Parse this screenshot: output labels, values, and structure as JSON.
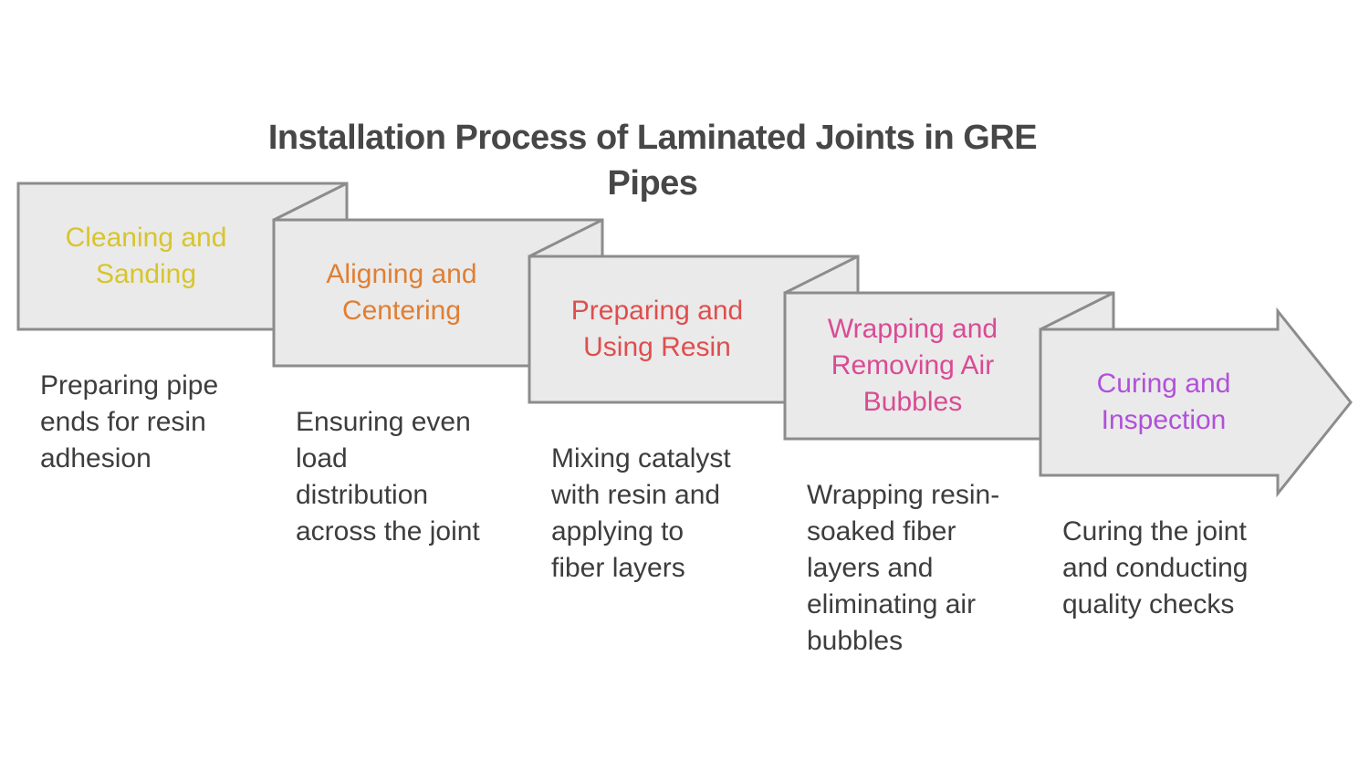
{
  "title": "Installation Process of Laminated Joints in GRE Pipes",
  "colors": {
    "box_fill": "#eaeaea",
    "box_stroke": "#8c8c8c",
    "description_text": "#3d3d3d",
    "title_text": "#474747"
  },
  "steps": [
    {
      "label": "Cleaning and Sanding",
      "color": "#d8c52a",
      "description": "Preparing pipe ends for resin adhesion"
    },
    {
      "label": "Aligning and Centering",
      "color": "#e07f33",
      "description": "Ensuring even load distribution across the joint"
    },
    {
      "label": "Preparing and Using Resin",
      "color": "#df4e4e",
      "description": "Mixing catalyst with resin and applying to fiber layers"
    },
    {
      "label": "Wrapping and Removing Air Bubbles",
      "color": "#d94b94",
      "description": "Wrapping resin-soaked fiber layers and eliminating air bubbles"
    },
    {
      "label": "Curing and Inspection",
      "color": "#b150d9",
      "description": "Curing the joint and conducting quality checks"
    }
  ]
}
